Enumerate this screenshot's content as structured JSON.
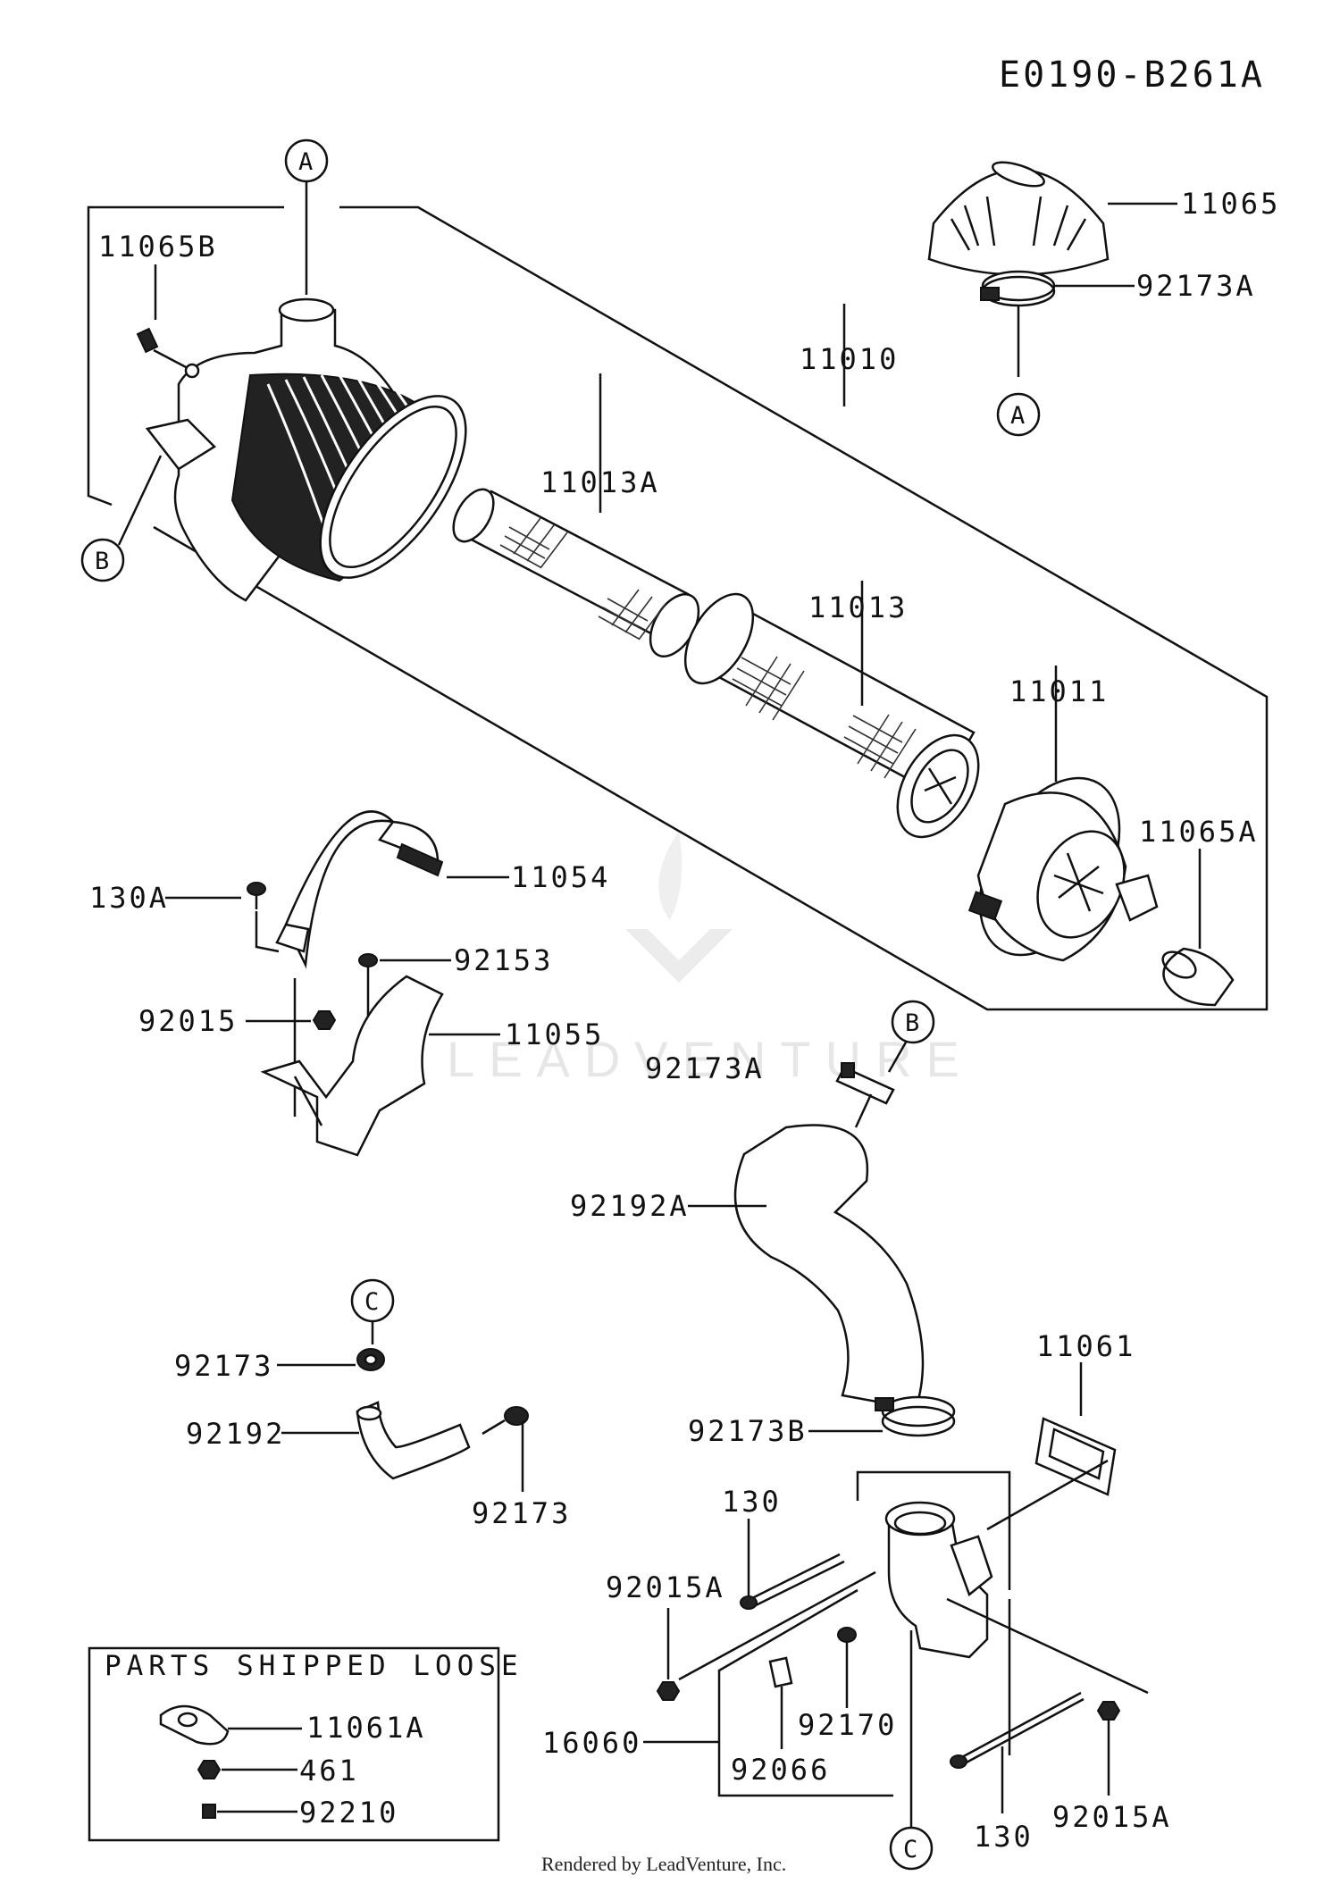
{
  "diagram_code": "E0190-B261A",
  "footer": "Rendered by LeadVenture, Inc.",
  "watermark": "LEADVENTURE",
  "box": {
    "title": "PARTS SHIPPED LOOSE",
    "items": [
      "11061A",
      "461",
      "92210"
    ]
  },
  "callouts": [
    "A",
    "A",
    "B",
    "B",
    "C",
    "C"
  ],
  "part_labels": [
    "11065",
    "92173A",
    "11065B",
    "11010",
    "11013A",
    "11013",
    "11011",
    "11065A",
    "130A",
    "11054",
    "92153",
    "92015",
    "11055",
    "92173A",
    "92192A",
    "92173",
    "92192",
    "92173",
    "11061",
    "92173B",
    "130",
    "92015A",
    "16060",
    "92170",
    "92066",
    "130",
    "92015A"
  ]
}
